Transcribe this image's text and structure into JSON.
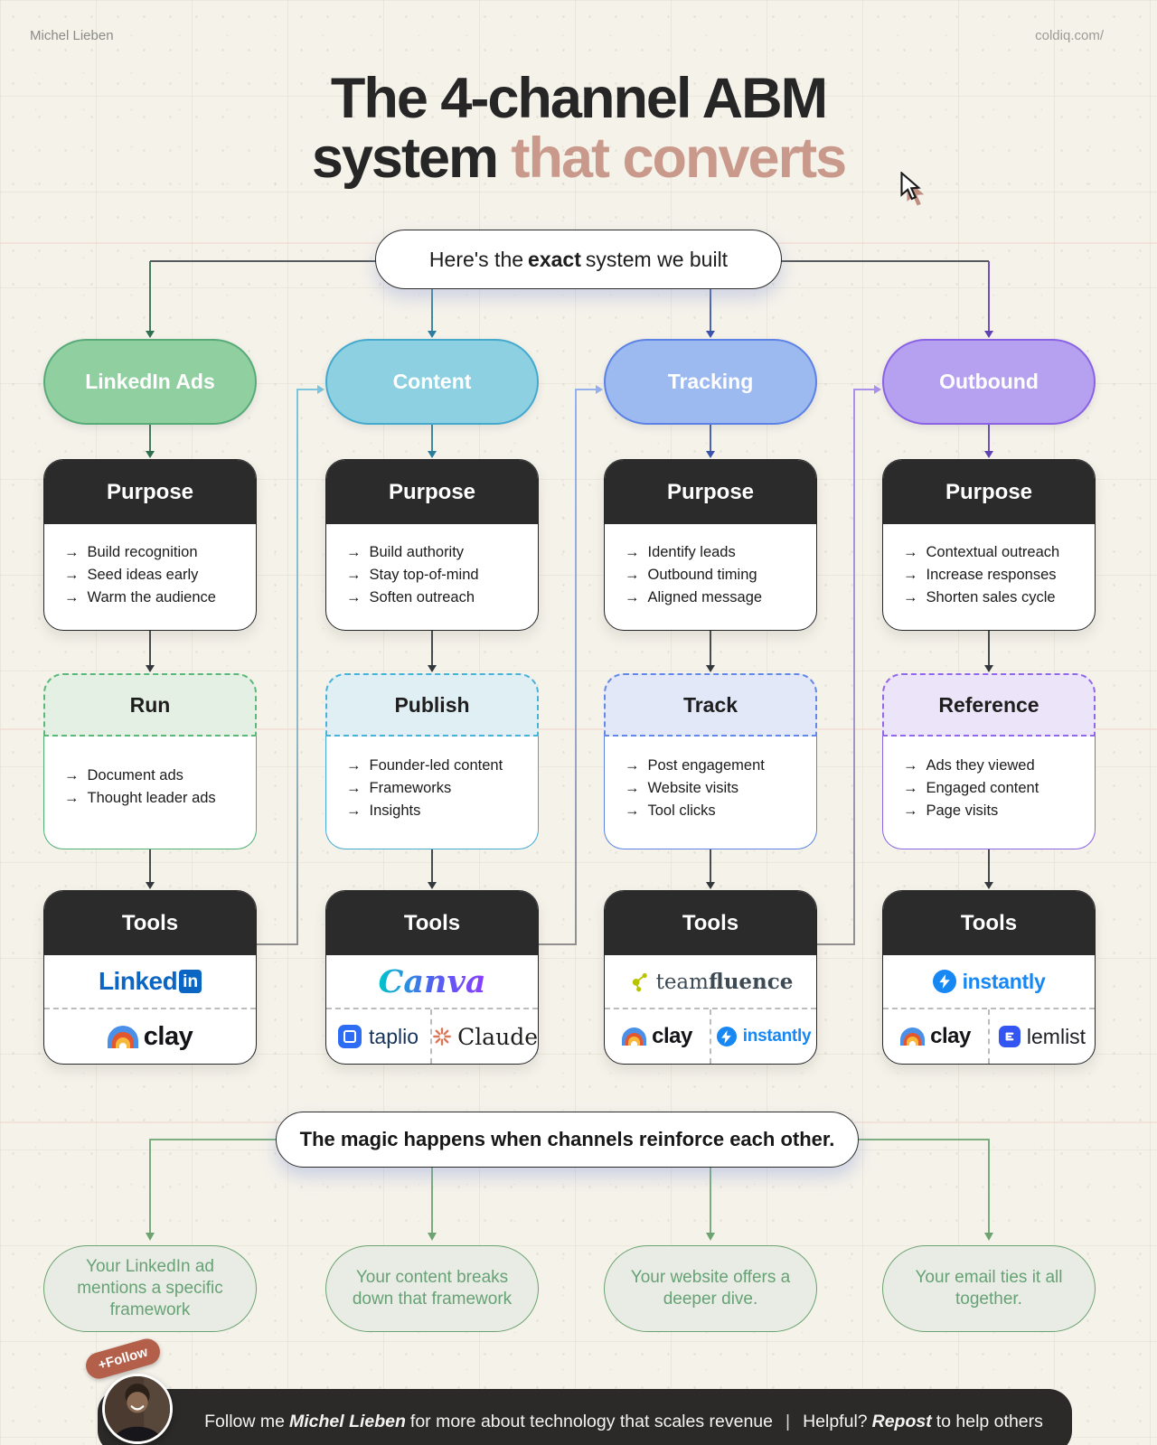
{
  "header": {
    "author": "Michel Lieben",
    "site": "coldiq.com/"
  },
  "title": {
    "line1": "The 4-channel ABM",
    "line2_dark": "system",
    "line2_accent": " that converts",
    "accent_color": "#c99a8c"
  },
  "hub": {
    "prefix": "Here's the ",
    "bold": "exact",
    "suffix": " system we built"
  },
  "labels": {
    "purpose": "Purpose",
    "tools": "Tools"
  },
  "columns": [
    {
      "label": "LinkedIn Ads",
      "color": "#90cfa0",
      "purpose_items": [
        "Build recognition",
        "Seed ideas early",
        "Warm the audience"
      ],
      "action_title": "Run",
      "action_items": [
        "Document ads",
        "Thought leader ads"
      ],
      "tools": [
        "LinkedIn",
        "clay"
      ]
    },
    {
      "label": "Content",
      "color": "#8dd0e2",
      "purpose_items": [
        "Build authority",
        "Stay top-of-mind",
        "Soften outreach"
      ],
      "action_title": "Publish",
      "action_items": [
        "Founder-led content",
        "Frameworks",
        "Insights"
      ],
      "tools": [
        "Canva",
        "taplio",
        "Claude"
      ]
    },
    {
      "label": "Tracking",
      "color": "#9cb9f0",
      "purpose_items": [
        "Identify leads",
        "Outbound timing",
        "Aligned message"
      ],
      "action_title": "Track",
      "action_items": [
        "Post engagement",
        "Website visits",
        "Tool clicks"
      ],
      "tools": [
        "teamfluence",
        "clay",
        "instantly"
      ]
    },
    {
      "label": "Outbound",
      "color": "#b6a0f0",
      "purpose_items": [
        "Contextual outreach",
        "Increase responses",
        "Shorten sales cycle"
      ],
      "action_title": "Reference",
      "action_items": [
        "Ads they viewed",
        "Engaged content",
        "Page visits"
      ],
      "tools": [
        "instantly",
        "clay",
        "lemlist"
      ]
    }
  ],
  "brands": {
    "linkedin": {
      "word": "Linked",
      "badge": "in"
    },
    "clay": {
      "name": "clay"
    },
    "canva": {
      "name": "Canva"
    },
    "taplio": {
      "name": "taplio"
    },
    "claude": {
      "name": "Claude"
    },
    "teamfluence": {
      "light": "team",
      "bold": "fluence"
    },
    "instantly": {
      "name": "instantly"
    },
    "lemlist": {
      "name": "lemlist"
    }
  },
  "magic": {
    "text": "The magic happens when channels reinforce each other."
  },
  "outcomes": [
    "Your LinkedIn ad mentions a specific framework",
    "Your content breaks down that framework",
    "Your website offers a deeper dive.",
    "Your email ties it all together."
  ],
  "footer": {
    "follow_badge": "+Follow",
    "p1": "Follow me",
    "name": "Michel Lieben",
    "p2": "for more about technology that scales revenue",
    "sep": "|",
    "p3": "Helpful?",
    "repost": "Repost",
    "p4": "to help others"
  }
}
